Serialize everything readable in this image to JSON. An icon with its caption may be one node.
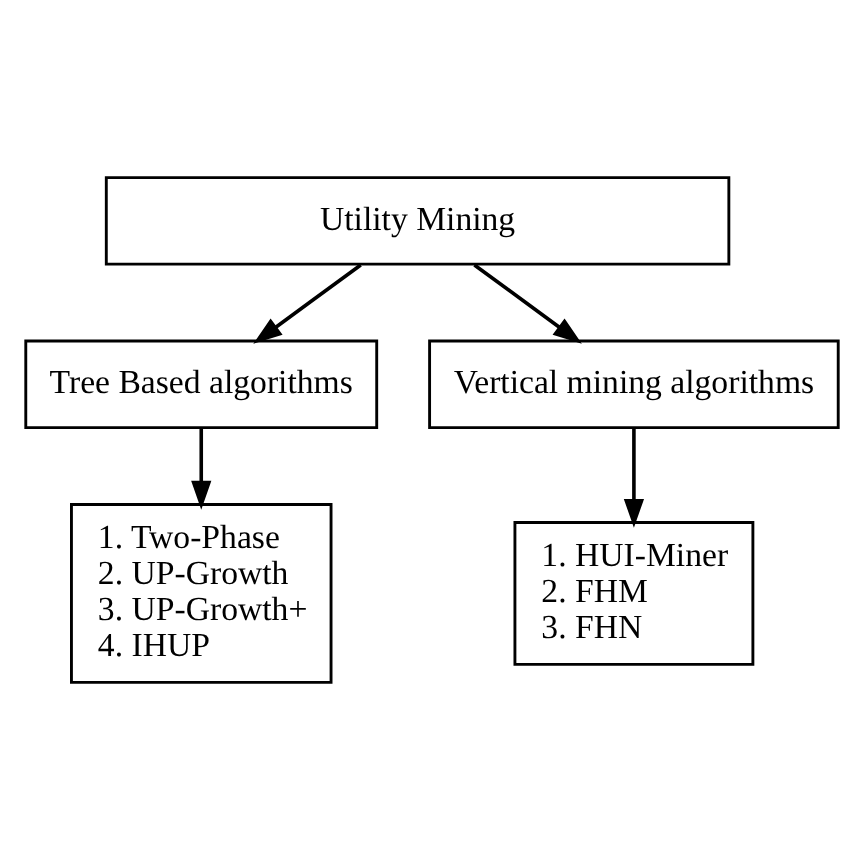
{
  "diagram": {
    "nodes": [
      {
        "text": [
          "Utility Mining"
        ]
      },
      {
        "text": [
          "Tree Based algorithms"
        ]
      },
      {
        "text": [
          "Vertical mining algorithms"
        ]
      },
      {
        "text": [
          "1. Two-Phase",
          "2. UP-Growth",
          "3. UP-Growth+",
          "4. IHUP"
        ]
      },
      {
        "text": [
          "1. HUI-Miner",
          "2. FHM",
          "3. FHN"
        ]
      }
    ],
    "edges": [
      {
        "from": 0,
        "to": 1,
        "arrow": "to"
      },
      {
        "from": 0,
        "to": 2,
        "arrow": "to"
      },
      {
        "from": 1,
        "to": 3,
        "arrow": "to"
      },
      {
        "from": 2,
        "to": 4,
        "arrow": "to"
      }
    ]
  }
}
